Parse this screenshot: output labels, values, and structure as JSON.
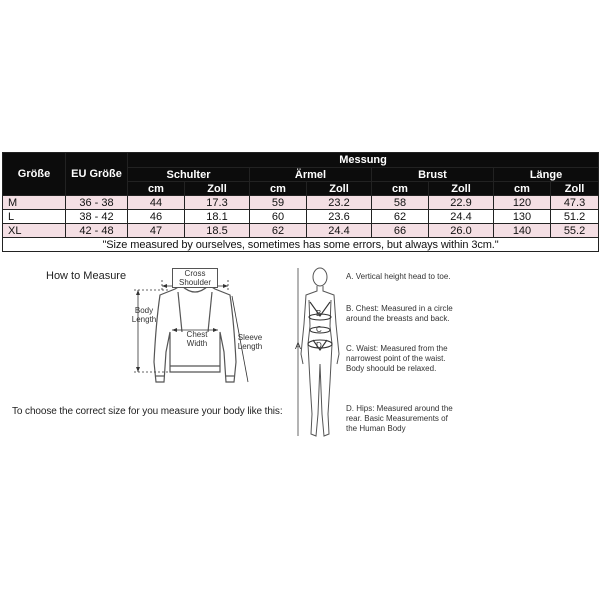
{
  "table": {
    "headers": {
      "size": "Größe",
      "eu_size": "EU Größe",
      "measurement": "Messung",
      "groups": [
        "Schulter",
        "Ärmel",
        "Brust",
        "Länge"
      ],
      "units": [
        "cm",
        "Zoll",
        "cm",
        "Zoll",
        "cm",
        "Zoll",
        "cm",
        "Zoll"
      ]
    },
    "rows": [
      {
        "size": "M",
        "eu": "36 - 38",
        "values": [
          "44",
          "17.3",
          "59",
          "23.2",
          "58",
          "22.9",
          "120",
          "47.3"
        ]
      },
      {
        "size": "L",
        "eu": "38 - 42",
        "values": [
          "46",
          "18.1",
          "60",
          "23.6",
          "62",
          "24.4",
          "130",
          "51.2"
        ]
      },
      {
        "size": "XL",
        "eu": "42 - 48",
        "values": [
          "47",
          "18.5",
          "62",
          "24.4",
          "66",
          "26.0",
          "140",
          "55.2"
        ]
      }
    ],
    "note": "\"Size measured by ourselves, sometimes has some errors, but always within 3cm.\""
  },
  "guide": {
    "how_to_measure": "How to Measure",
    "cross_shoulder": [
      "Cross",
      "Shoulder"
    ],
    "body_length": [
      "Body",
      "Length"
    ],
    "chest_width": [
      "Chest",
      "Width"
    ],
    "sleeve_length": [
      "Sleeve",
      "Length"
    ],
    "instruction": "To choose the correct size for you measure your body like this:",
    "figure_letters": [
      "A",
      "B",
      "C",
      "D"
    ],
    "legend": [
      "A. Vertical height head to toe.",
      "B. Chest: Measured in a circle around the breasts and back.",
      "C. Waist: Measured from the narrowest point of the waist. Body shoould be relaxed.",
      "D. Hips: Measured around the rear. Basic Measurements of the Human Body"
    ]
  }
}
